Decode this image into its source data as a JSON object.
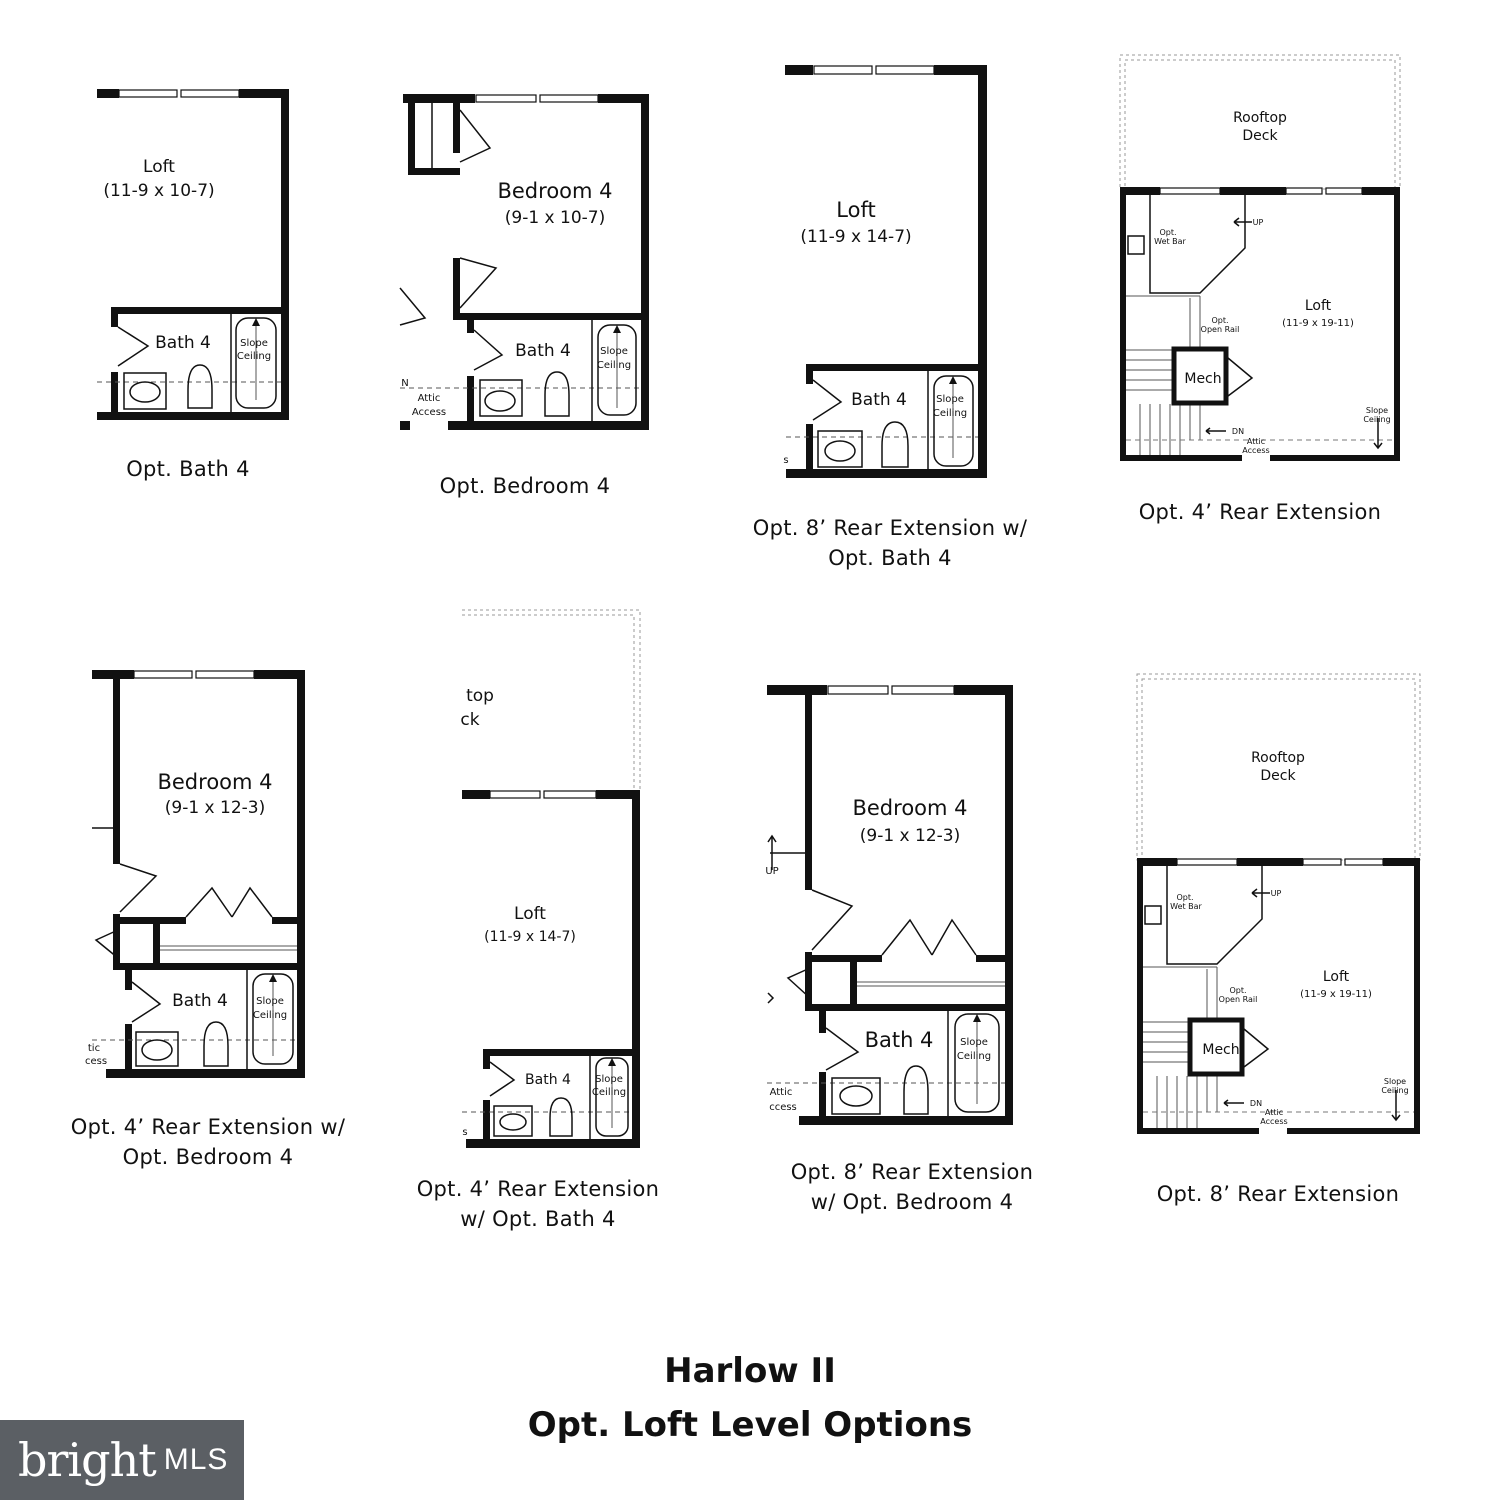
{
  "title": {
    "line1": "Harlow II",
    "line2": "Opt. Loft Level Options"
  },
  "logo": {
    "brand": "bright",
    "suffix": "MLS",
    "accent_color": "#f26a1b",
    "background_color": "#5b5f64"
  },
  "plans": [
    {
      "caption": "Opt. Bath 4",
      "rooms": [
        {
          "name": "Loft",
          "dims": "(11-9 x 10-7)"
        },
        {
          "name": "Bath 4"
        }
      ],
      "labels": [
        "Slope",
        "Ceiling"
      ]
    },
    {
      "caption": "Opt. Bedroom 4",
      "rooms": [
        {
          "name": "Bedroom 4",
          "dims": "(9-1 x 10-7)"
        },
        {
          "name": "Bath 4"
        }
      ],
      "labels": [
        "Slope",
        "Ceiling",
        "Attic",
        "Access",
        "N"
      ]
    },
    {
      "caption": "Opt. 8’ Rear Extension w/",
      "caption2": "Opt. Bath 4",
      "rooms": [
        {
          "name": "Loft",
          "dims": "(11-9 x 14-7)"
        },
        {
          "name": "Bath 4"
        }
      ],
      "labels": [
        "Slope",
        "Ceiling",
        "s"
      ]
    },
    {
      "caption": "Opt. 4’ Rear Extension",
      "rooms": [
        {
          "name": "Rooftop",
          "name2": "Deck"
        },
        {
          "name": "Loft",
          "dims": "(11-9 x 19-11)"
        },
        {
          "name": "Mech"
        }
      ],
      "labels": [
        "Opt.",
        "Wet Bar",
        "UP",
        "Opt.",
        "Open Rail",
        "Slope",
        "Ceiling",
        "DN",
        "Attic",
        "Access"
      ]
    },
    {
      "caption": "Opt. 4’ Rear Extension w/",
      "caption2": "Opt. Bedroom 4",
      "rooms": [
        {
          "name": "Bedroom 4",
          "dims": "(9-1 x 12-3)"
        },
        {
          "name": "Bath 4"
        }
      ],
      "labels": [
        "Slope",
        "Ceiling",
        "tic",
        "cess"
      ]
    },
    {
      "caption": "Opt. 4’ Rear Extension",
      "caption2": "w/ Opt. Bath 4",
      "rooms": [
        {
          "name": "top",
          "name2": "ck"
        },
        {
          "name": "Loft",
          "dims": "(11-9 x 14-7)"
        },
        {
          "name": "Bath 4"
        }
      ],
      "labels": [
        "Slope",
        "Ceiling",
        "s"
      ]
    },
    {
      "caption": "Opt. 8’ Rear Extension",
      "caption2": "w/ Opt. Bedroom 4",
      "rooms": [
        {
          "name": "Bedroom 4",
          "dims": "(9-1 x 12-3)"
        },
        {
          "name": "Bath 4"
        }
      ],
      "labels": [
        "UP",
        "Slope",
        "Ceiling",
        "Attic",
        "ccess"
      ]
    },
    {
      "caption": "Opt. 8’ Rear Extension",
      "rooms": [
        {
          "name": "Rooftop",
          "name2": "Deck"
        },
        {
          "name": "Loft",
          "dims": "(11-9 x 19-11)"
        },
        {
          "name": "Mech"
        }
      ],
      "labels": [
        "Opt.",
        "Wet Bar",
        "UP",
        "Opt.",
        "Open Rail",
        "Slope",
        "Ceiling",
        "DN",
        "Attic",
        "Access"
      ]
    }
  ]
}
